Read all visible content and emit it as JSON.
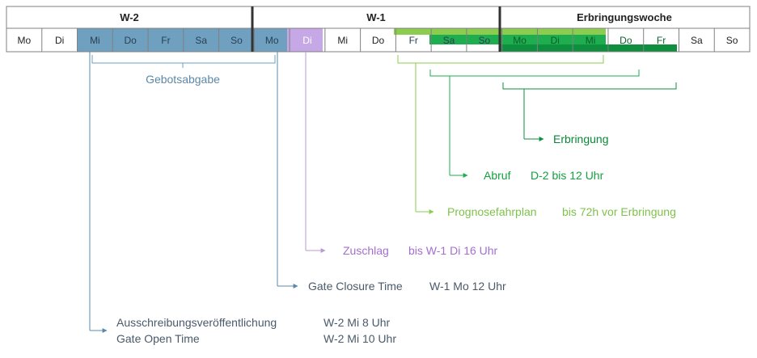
{
  "weeks": [
    {
      "label": "W-2"
    },
    {
      "label": "W-1"
    },
    {
      "label": "Erbringungswoche"
    }
  ],
  "days": [
    "Mo",
    "Di",
    "Mi",
    "Do",
    "Fr",
    "Sa",
    "So",
    "Mo",
    "Di",
    "Mi",
    "Do",
    "Fr",
    "Sa",
    "So",
    "Mo",
    "Di",
    "Mi",
    "Do",
    "Fr",
    "Sa",
    "So"
  ],
  "colors": {
    "blue": "#6fa0c0",
    "blue_text": "#5b88a8",
    "purple": "#b99ad8",
    "purple_text": "#a46fd0",
    "light_green": "#8ccd50",
    "light_green_text": "#7fc24a",
    "mid_green": "#1fae4f",
    "mid_green_text": "#13a040",
    "dark_green": "#0e8f3e",
    "dark_green_text": "#0a8838",
    "gray_text": "#4a5a6a"
  },
  "bracket": {
    "label": "Gebotsabgabe"
  },
  "events": {
    "erbringung": {
      "label": "Erbringung"
    },
    "abruf": {
      "label": "Abruf",
      "value": "D-2 bis 12 Uhr"
    },
    "prognose": {
      "label": "Prognosefahrplan",
      "value": "bis 72h vor Erbringung"
    },
    "zuschlag": {
      "label": "Zuschlag",
      "value": "bis W-1 Di 16 Uhr"
    },
    "gate_closure": {
      "label": "Gate Closure Time",
      "value": "W-1 Mo 12 Uhr"
    },
    "ausschreibung": {
      "label": "Ausschreibungsveröffentlichung",
      "value": "W-2 Mi 8 Uhr"
    },
    "gate_open": {
      "label": "Gate Open Time",
      "value": "W-2 Mi 10 Uhr"
    }
  }
}
